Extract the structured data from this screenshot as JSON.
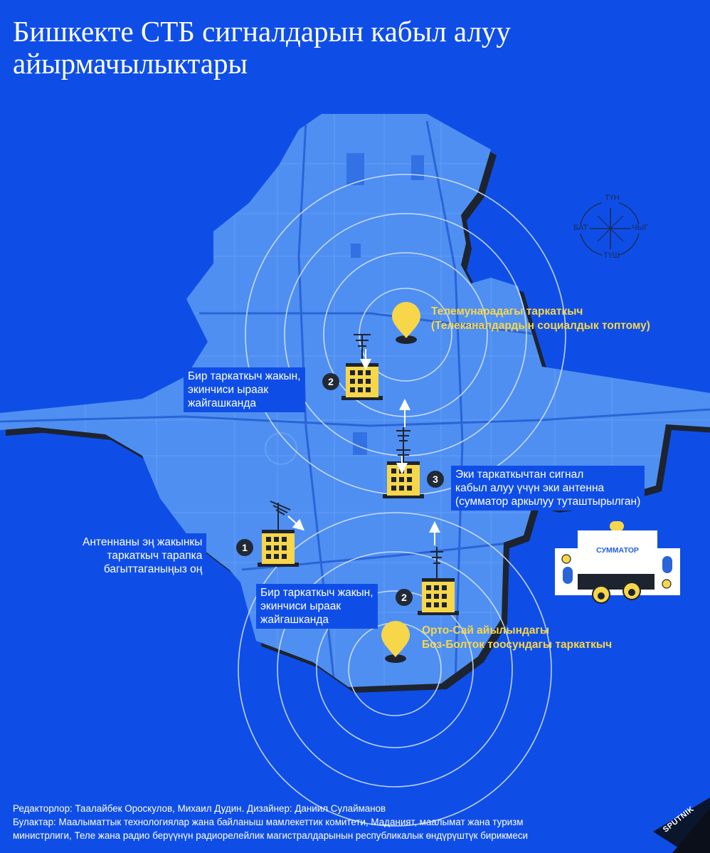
{
  "title": "Бишкекте СТБ сигналдарын кабыл алуу айырмачылыктары",
  "compass": {
    "north": "ТҮН",
    "south": "ТҮШ",
    "west": "БАТ",
    "east": "ЧЫГ"
  },
  "transmitters": {
    "north": "Телемунарадагы таркаткыч\n(Телеканалдардын социалдык топтому)",
    "south": "Орто-Сай айылындагы\nБоз-Болток тоосундагы таркаткыч"
  },
  "cases": [
    {
      "number": "1",
      "text": "Антеннаны эң жакынкы\nтаркаткыч тарапка\nбагыттаганыңыз оң"
    },
    {
      "number": "2",
      "text": "Бир таркаткыч жакын,\nэкинчиси ыраак\nжайгашканда"
    },
    {
      "number": "2",
      "text": "Бир таркаткыч жакын,\nэкинчиси ыраак\nжайгашканда"
    },
    {
      "number": "3",
      "text": "Эки таркаткычтан сигнал\nкабыл алуу үчүн эки антенна\n(сумматор аркылуу туташтырылган)"
    }
  ],
  "combiner": {
    "label": "СУММАТОР"
  },
  "footer": {
    "editors": "Редакторлор: Таалайбек Ороскулов, Михаил Дудин. Дизайнер: Даниил Сулайманов",
    "sources_line1": "Булактар: Маалыматтык технологиялар жана байланыш мамлекеттик комитети, Маданият, маалымат жана туризм",
    "sources_line2": "министрлиги, Теле жана радио берүүнүн радиорелейлик магистралдарынын республикалык өндүрүштүк бирикмеси"
  },
  "logo": "SPUTNIK",
  "colors": {
    "background": "#0f4ee6",
    "city": "#4f8ff2",
    "accent": "#f7d64a",
    "badge": "#222a36"
  }
}
